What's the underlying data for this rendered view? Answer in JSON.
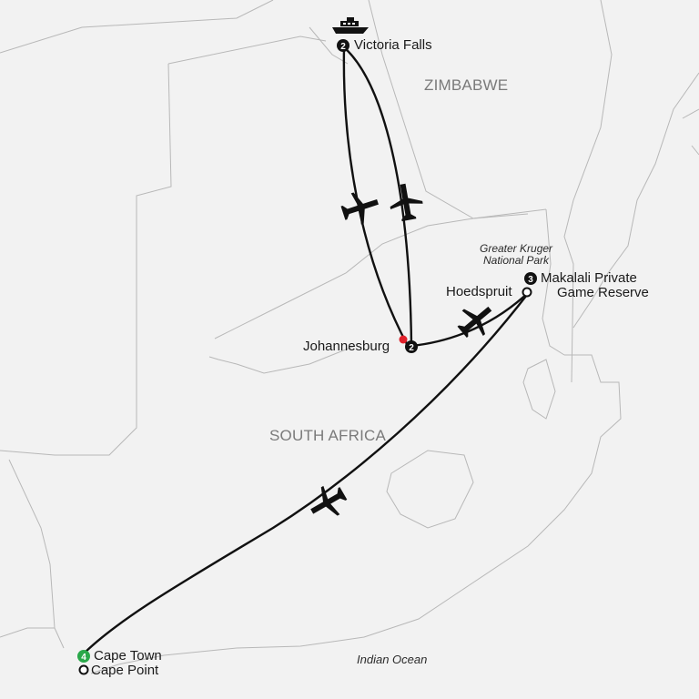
{
  "map": {
    "background_color": "#f2f2f2",
    "route_color": "#111111",
    "border_color": "#b8b8b8",
    "start_color": "#e0202a",
    "end_color": "#2aa84a"
  },
  "countries": {
    "zimbabwe": "ZIMBABWE",
    "south_africa": "SOUTH AFRICA"
  },
  "places": {
    "victoria_falls": {
      "name": "Victoria Falls",
      "nights": "2"
    },
    "johannesburg": {
      "name": "Johannesburg",
      "nights": "2"
    },
    "makalali": {
      "name_line1": "Makalali Private",
      "name_line2": "Game Reserve",
      "nights": "3"
    },
    "hoedspruit": {
      "name": "Hoedspruit"
    },
    "cape_town": {
      "name": "Cape Town",
      "nights": "4"
    },
    "cape_point": {
      "name": "Cape Point"
    }
  },
  "park": {
    "line1": "Greater Kruger",
    "line2": "National Park"
  },
  "ocean": "Indian Ocean",
  "icons": [
    "boat-icon",
    "plane-icon"
  ]
}
